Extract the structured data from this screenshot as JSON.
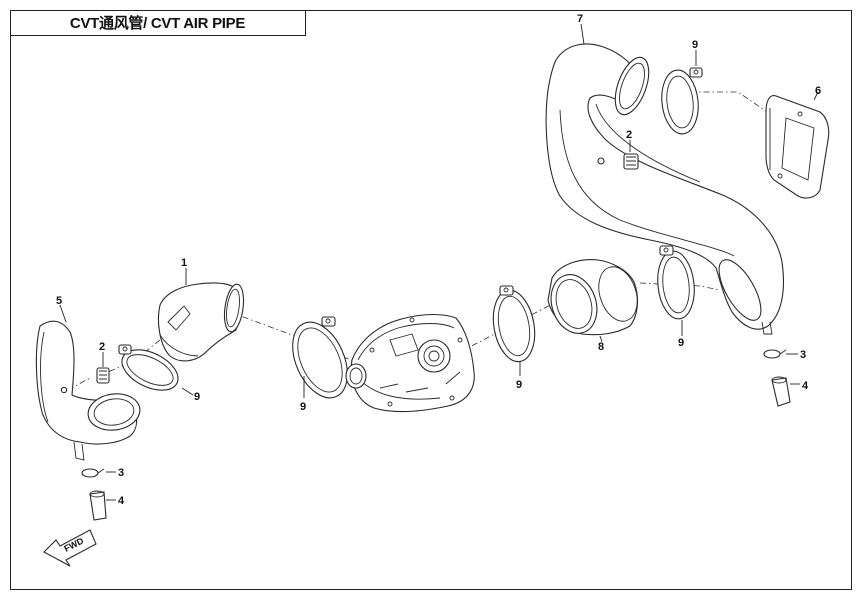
{
  "title": "CVT通风管/ CVT AIR PIPE",
  "fwd_label": "FWD",
  "callouts": {
    "c1": "1",
    "c2a": "2",
    "c2b": "2",
    "c3a": "3",
    "c3b": "3",
    "c4a": "4",
    "c4b": "4",
    "c5": "5",
    "c6": "6",
    "c7": "7",
    "c8": "8",
    "c9a": "9",
    "c9b": "9",
    "c9c": "9",
    "c9d": "9",
    "c9e": "9"
  }
}
